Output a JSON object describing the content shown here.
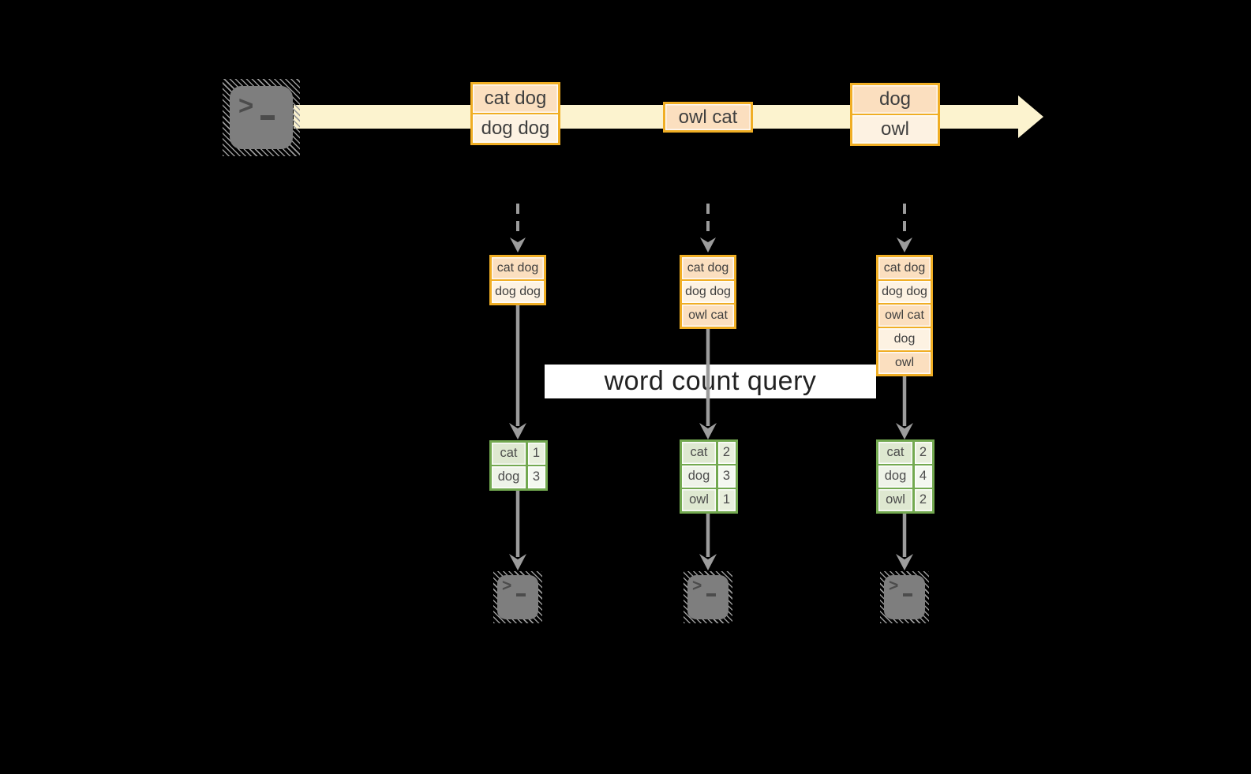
{
  "colors": {
    "background": "#000000",
    "stream_band": "#fcf3cf",
    "record_border": "#f0ae24",
    "record_fill_dark": "#fbdfbf",
    "record_fill_light": "#fdf2e2",
    "table_border": "#73a950",
    "table_fill_dark": "#dee8d0",
    "table_fill_light": "#eef3e8",
    "arrow_gray": "#9c9c9c",
    "terminal_gray": "#7e7e7e",
    "query_band": "#ffffff"
  },
  "icons": {
    "prompt_chevron": ">"
  },
  "query_label": "word count query",
  "stream_batches": [
    {
      "lines": [
        "cat dog",
        "dog dog"
      ]
    },
    {
      "lines": [
        "owl cat"
      ]
    },
    {
      "lines": [
        "dog",
        "owl"
      ]
    }
  ],
  "columns": [
    {
      "micro_batch": [
        "cat dog",
        "dog dog"
      ],
      "counts": [
        {
          "word": "cat",
          "count": "1"
        },
        {
          "word": "dog",
          "count": "3"
        }
      ]
    },
    {
      "micro_batch": [
        "cat dog",
        "dog dog",
        "owl cat"
      ],
      "counts": [
        {
          "word": "cat",
          "count": "2"
        },
        {
          "word": "dog",
          "count": "3"
        },
        {
          "word": "owl",
          "count": "1"
        }
      ]
    },
    {
      "micro_batch": [
        "cat dog",
        "dog dog",
        "owl cat",
        "dog",
        "owl"
      ],
      "counts": [
        {
          "word": "cat",
          "count": "2"
        },
        {
          "word": "dog",
          "count": "4"
        },
        {
          "word": "owl",
          "count": "2"
        }
      ]
    }
  ]
}
